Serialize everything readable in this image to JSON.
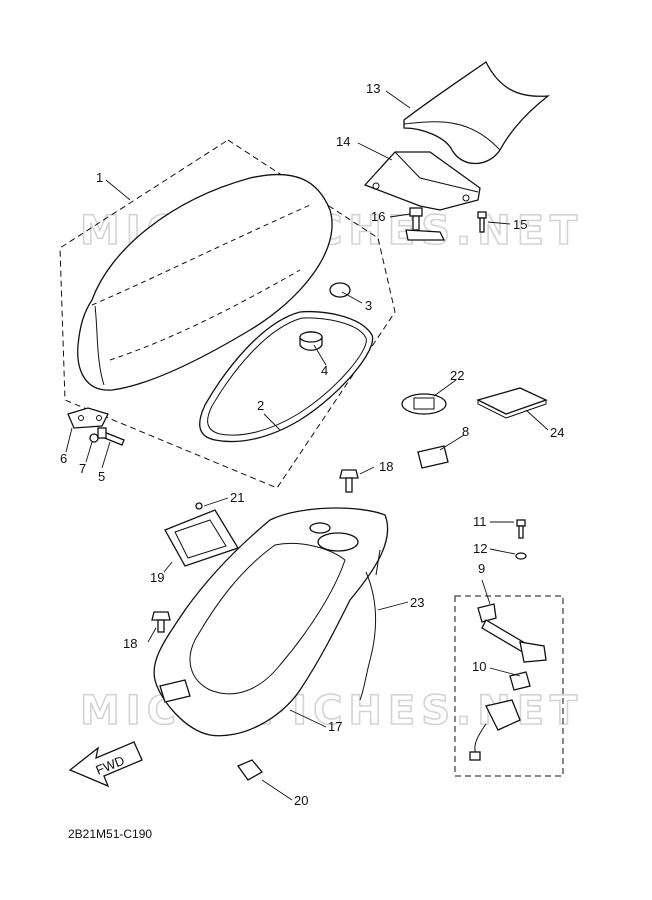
{
  "watermark": {
    "top": "MICROFICHES.NET",
    "bottom": "MICROFICHES.NET"
  },
  "direction_arrow": "FWD",
  "diagram_code": "2B21M51-C190",
  "callouts": [
    {
      "id": "c1",
      "text": "1",
      "name": "seat"
    },
    {
      "id": "c2",
      "text": "2",
      "name": "seat-gasket"
    },
    {
      "id": "c3",
      "text": "3",
      "name": "damper"
    },
    {
      "id": "c4",
      "text": "4",
      "name": "damper"
    },
    {
      "id": "c5",
      "text": "5",
      "name": "bolt"
    },
    {
      "id": "c6",
      "text": "6",
      "name": "hinge-bracket"
    },
    {
      "id": "c7",
      "text": "7",
      "name": "nut"
    },
    {
      "id": "c8",
      "text": "8",
      "name": "label"
    },
    {
      "id": "c9",
      "text": "9",
      "name": "seat-lock-assembly"
    },
    {
      "id": "c10",
      "text": "10",
      "name": "lock-cylinder"
    },
    {
      "id": "c11",
      "text": "11",
      "name": "screw"
    },
    {
      "id": "c12",
      "text": "12",
      "name": "washer"
    },
    {
      "id": "c13",
      "text": "13",
      "name": "grab-bar"
    },
    {
      "id": "c14",
      "text": "14",
      "name": "grab-bar-bracket"
    },
    {
      "id": "c15",
      "text": "15",
      "name": "bolt"
    },
    {
      "id": "c16",
      "text": "16",
      "name": "bolt"
    },
    {
      "id": "c17",
      "text": "17",
      "name": "storage-box"
    },
    {
      "id": "c18a",
      "text": "18",
      "name": "bolt"
    },
    {
      "id": "c18b",
      "text": "18",
      "name": "bolt"
    },
    {
      "id": "c19",
      "text": "19",
      "name": "cover"
    },
    {
      "id": "c20",
      "text": "20",
      "name": "nut"
    },
    {
      "id": "c21",
      "text": "21",
      "name": "screw"
    },
    {
      "id": "c22",
      "text": "22",
      "name": "emblem"
    },
    {
      "id": "c23",
      "text": "23",
      "name": "cable"
    },
    {
      "id": "c24",
      "text": "24",
      "name": "manual"
    }
  ]
}
